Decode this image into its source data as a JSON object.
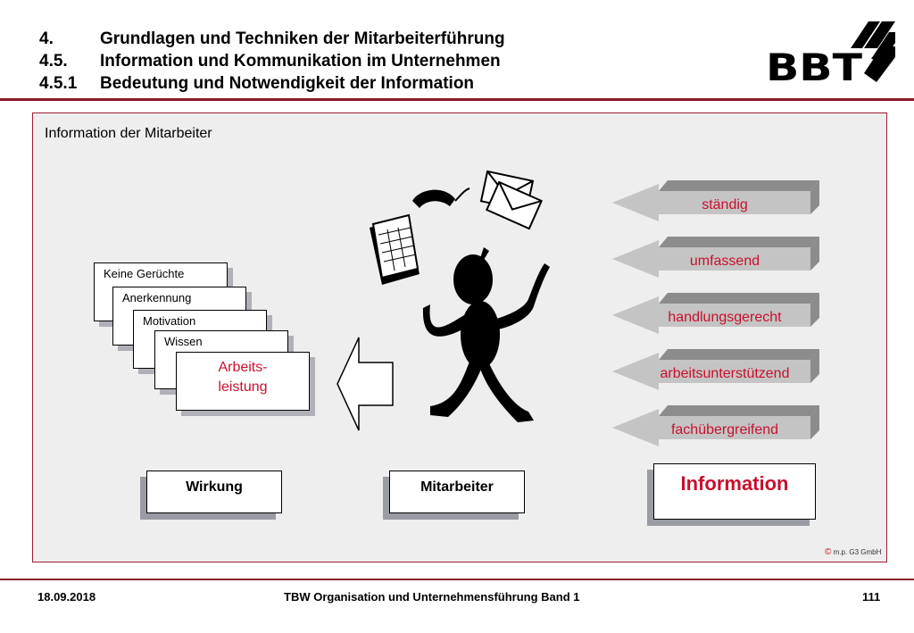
{
  "header": {
    "lines": [
      {
        "num": "4.",
        "text": "Grundlagen und Techniken der Mitarbeiterführung"
      },
      {
        "num": "4.5.",
        "text": "Information und Kommunikation im Unternehmen"
      },
      {
        "num": "4.5.1",
        "text": "Bedeutung und Notwendigkeit der Information"
      }
    ],
    "logo_text": "BBT"
  },
  "panel": {
    "title": "Information der Mitarbeiter",
    "cards": [
      "Keine Gerüchte",
      "Anerkennung",
      "Motivation",
      "Wissen"
    ],
    "main_card": {
      "line1": "Arbeits-",
      "line2": "leistung"
    },
    "boxes": {
      "wirkung": "Wirkung",
      "mitarbeiter": "Mitarbeiter",
      "information": "Information"
    },
    "arrows": [
      "ständig",
      "umfassend",
      "handlungsgerecht",
      "arbeitsunterstützend",
      "fachübergreifend"
    ],
    "copyright_symbol": "©",
    "copyright": "m.p. G3 GmbH"
  },
  "footer": {
    "date": "18.09.2018",
    "title": "TBW Organisation und Unternehmensführung Band 1",
    "page": "111"
  },
  "colors": {
    "accent": "#c8102e",
    "rule": "#8b1a2b",
    "panel_bg": "#eeeeee"
  }
}
